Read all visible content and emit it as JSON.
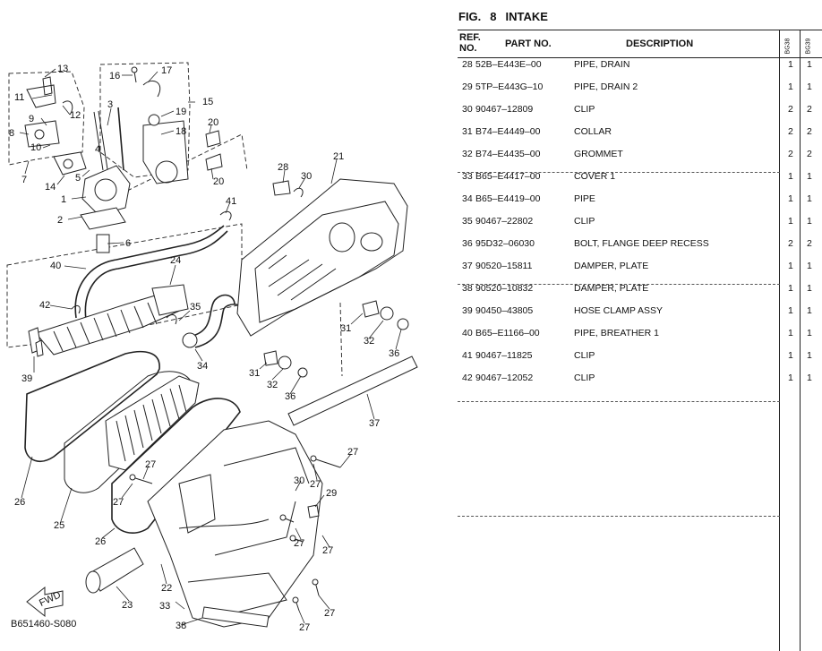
{
  "figure": {
    "label": "FIG.",
    "number": "8",
    "title": "INTAKE",
    "drawing_code": "B651460-S080",
    "fwd_label": "FWD"
  },
  "table": {
    "headers": {
      "ref_no_line1": "REF.",
      "ref_no_line2": "NO.",
      "part_no": "PART NO.",
      "description": "DESCRIPTION",
      "model_1": "BG38",
      "model_2": "BG39"
    },
    "rows": [
      {
        "ref": "28",
        "part_no": "52B–E443E–00",
        "description": "PIPE, DRAIN",
        "q1": "1",
        "q2": "1"
      },
      {
        "ref": "29",
        "part_no": "5TP–E443G–10",
        "description": "PIPE, DRAIN 2",
        "q1": "1",
        "q2": "1"
      },
      {
        "ref": "30",
        "part_no": "90467–12809",
        "description": "CLIP",
        "q1": "2",
        "q2": "2"
      },
      {
        "ref": "31",
        "part_no": "B74–E4449–00",
        "description": "COLLAR",
        "q1": "2",
        "q2": "2"
      },
      {
        "ref": "32",
        "part_no": "B74–E4435–00",
        "description": "GROMMET",
        "q1": "2",
        "q2": "2"
      },
      {
        "ref": "33",
        "part_no": "B65–E4417–00",
        "description": "COVER 1",
        "q1": "1",
        "q2": "1"
      },
      {
        "ref": "34",
        "part_no": "B65–E4419–00",
        "description": "PIPE",
        "q1": "1",
        "q2": "1"
      },
      {
        "ref": "35",
        "part_no": "90467–22802",
        "description": "CLIP",
        "q1": "1",
        "q2": "1"
      },
      {
        "ref": "36",
        "part_no": "95D32–06030",
        "description": "BOLT, FLANGE DEEP RECESS",
        "q1": "2",
        "q2": "2"
      },
      {
        "ref": "37",
        "part_no": "90520–15811",
        "description": "DAMPER, PLATE",
        "q1": "1",
        "q2": "1"
      },
      {
        "ref": "38",
        "part_no": "90520–10832",
        "description": "DAMPER, PLATE",
        "q1": "1",
        "q2": "1"
      },
      {
        "ref": "39",
        "part_no": "90450–43805",
        "description": "HOSE CLAMP ASSY",
        "q1": "1",
        "q2": "1"
      },
      {
        "ref": "40",
        "part_no": "B65–E1166–00",
        "description": "PIPE, BREATHER 1",
        "q1": "1",
        "q2": "1"
      },
      {
        "ref": "41",
        "part_no": "90467–11825",
        "description": "CLIP",
        "q1": "1",
        "q2": "1"
      },
      {
        "ref": "42",
        "part_no": "90467–12052",
        "description": "CLIP",
        "q1": "1",
        "q2": "1"
      }
    ]
  },
  "callouts": [
    "1",
    "2",
    "3",
    "4",
    "5",
    "6",
    "7",
    "8",
    "9",
    "10",
    "11",
    "12",
    "13",
    "14",
    "15",
    "16",
    "17",
    "18",
    "19",
    "20",
    "21",
    "22",
    "23",
    "24",
    "25",
    "26",
    "27",
    "28",
    "29",
    "30",
    "31",
    "32",
    "33",
    "34",
    "35",
    "36",
    "37",
    "38",
    "39",
    "40",
    "41",
    "42"
  ]
}
